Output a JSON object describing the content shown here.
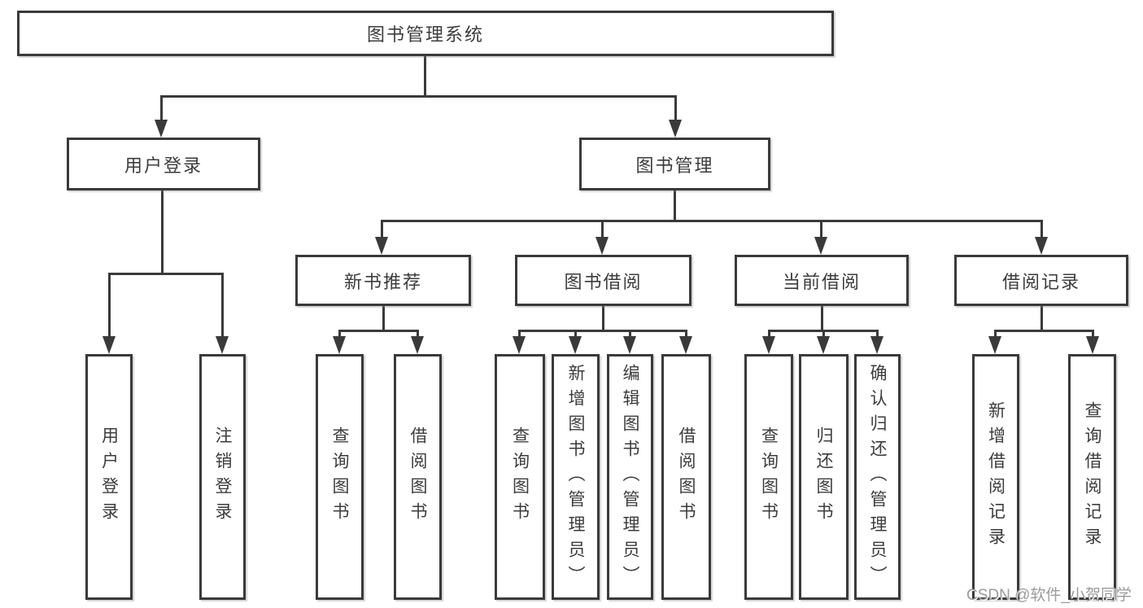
{
  "diagram_type": "hierarchy-tree",
  "root": {
    "label": "图书管理系统"
  },
  "level2": [
    {
      "label": "用户登录",
      "parent": "图书管理系统"
    },
    {
      "label": "图书管理",
      "parent": "图书管理系统"
    }
  ],
  "level3": [
    {
      "label": "新书推荐",
      "parent": "图书管理"
    },
    {
      "label": "图书借阅",
      "parent": "图书管理"
    },
    {
      "label": "当前借阅",
      "parent": "图书管理"
    },
    {
      "label": "借阅记录",
      "parent": "图书管理"
    }
  ],
  "level4": [
    {
      "label": "用户登录",
      "parent": "用户登录"
    },
    {
      "label": "注销登录",
      "parent": "用户登录"
    },
    {
      "label": "查询图书",
      "parent": "新书推荐"
    },
    {
      "label": "借阅图书",
      "parent": "新书推荐"
    },
    {
      "label": "查询图书",
      "parent": "图书借阅"
    },
    {
      "label": "新增图书（管理员）",
      "parent": "图书借阅"
    },
    {
      "label": "编辑图书（管理员）",
      "parent": "图书借阅"
    },
    {
      "label": "借阅图书",
      "parent": "图书借阅"
    },
    {
      "label": "查询图书",
      "parent": "当前借阅"
    },
    {
      "label": "归还图书",
      "parent": "当前借阅"
    },
    {
      "label": "确认归还（管理员）",
      "parent": "当前借阅"
    },
    {
      "label": "新增借阅记录",
      "parent": "借阅记录"
    },
    {
      "label": "查询借阅记录",
      "parent": "借阅记录"
    }
  ],
  "watermark": {
    "label": "CSDN @软件_小贺同学"
  },
  "colors": {
    "line": "#3a3a3a",
    "text": "#3c3c3c",
    "background": "#ffffff",
    "watermark": "#9b9b9b"
  }
}
